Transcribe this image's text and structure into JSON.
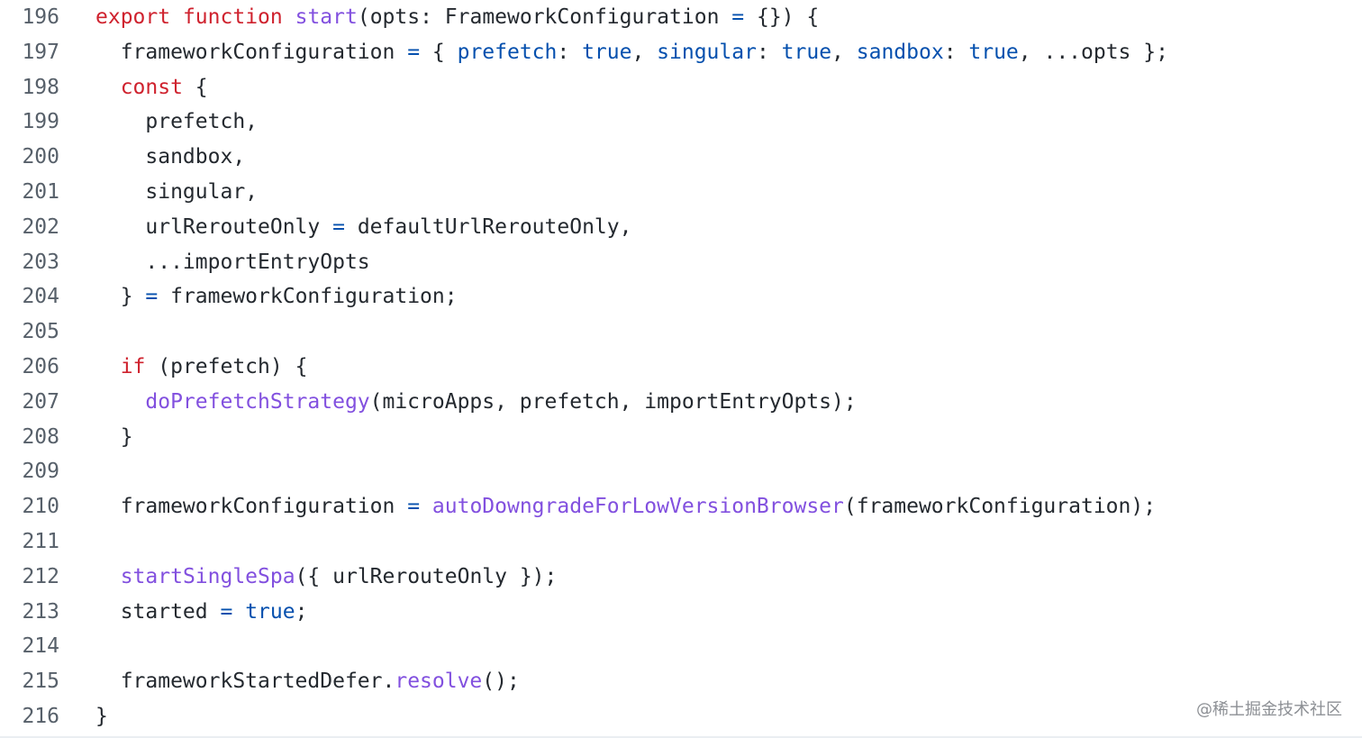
{
  "colors": {
    "keyword": "#cf222e",
    "function": "#8250df",
    "constant": "#0550ae",
    "text": "#24292f",
    "line_number": "#57606a"
  },
  "code": {
    "lines": [
      {
        "number": "196",
        "tokens": [
          {
            "t": "export",
            "k": "kw"
          },
          {
            "t": " ",
            "k": "plain"
          },
          {
            "t": "function",
            "k": "kw"
          },
          {
            "t": " ",
            "k": "plain"
          },
          {
            "t": "start",
            "k": "fn"
          },
          {
            "t": "(opts: FrameworkConfiguration ",
            "k": "plain"
          },
          {
            "t": "=",
            "k": "const"
          },
          {
            "t": " {}) {",
            "k": "plain"
          }
        ]
      },
      {
        "number": "197",
        "tokens": [
          {
            "t": "  frameworkConfiguration ",
            "k": "plain"
          },
          {
            "t": "=",
            "k": "const"
          },
          {
            "t": " { ",
            "k": "plain"
          },
          {
            "t": "prefetch",
            "k": "const"
          },
          {
            "t": ": ",
            "k": "plain"
          },
          {
            "t": "true",
            "k": "const"
          },
          {
            "t": ", ",
            "k": "plain"
          },
          {
            "t": "singular",
            "k": "const"
          },
          {
            "t": ": ",
            "k": "plain"
          },
          {
            "t": "true",
            "k": "const"
          },
          {
            "t": ", ",
            "k": "plain"
          },
          {
            "t": "sandbox",
            "k": "const"
          },
          {
            "t": ": ",
            "k": "plain"
          },
          {
            "t": "true",
            "k": "const"
          },
          {
            "t": ", ...opts };",
            "k": "plain"
          }
        ]
      },
      {
        "number": "198",
        "tokens": [
          {
            "t": "  ",
            "k": "plain"
          },
          {
            "t": "const",
            "k": "kw"
          },
          {
            "t": " {",
            "k": "plain"
          }
        ]
      },
      {
        "number": "199",
        "tokens": [
          {
            "t": "    prefetch,",
            "k": "plain"
          }
        ]
      },
      {
        "number": "200",
        "tokens": [
          {
            "t": "    sandbox,",
            "k": "plain"
          }
        ]
      },
      {
        "number": "201",
        "tokens": [
          {
            "t": "    singular,",
            "k": "plain"
          }
        ]
      },
      {
        "number": "202",
        "tokens": [
          {
            "t": "    urlRerouteOnly ",
            "k": "plain"
          },
          {
            "t": "=",
            "k": "const"
          },
          {
            "t": " defaultUrlRerouteOnly,",
            "k": "plain"
          }
        ]
      },
      {
        "number": "203",
        "tokens": [
          {
            "t": "    ...importEntryOpts",
            "k": "plain"
          }
        ]
      },
      {
        "number": "204",
        "tokens": [
          {
            "t": "  } ",
            "k": "plain"
          },
          {
            "t": "=",
            "k": "const"
          },
          {
            "t": " frameworkConfiguration;",
            "k": "plain"
          }
        ]
      },
      {
        "number": "205",
        "tokens": []
      },
      {
        "number": "206",
        "tokens": [
          {
            "t": "  ",
            "k": "plain"
          },
          {
            "t": "if",
            "k": "kw"
          },
          {
            "t": " (prefetch) {",
            "k": "plain"
          }
        ]
      },
      {
        "number": "207",
        "tokens": [
          {
            "t": "    ",
            "k": "plain"
          },
          {
            "t": "doPrefetchStrategy",
            "k": "fn"
          },
          {
            "t": "(microApps, prefetch, importEntryOpts);",
            "k": "plain"
          }
        ]
      },
      {
        "number": "208",
        "tokens": [
          {
            "t": "  }",
            "k": "plain"
          }
        ]
      },
      {
        "number": "209",
        "tokens": []
      },
      {
        "number": "210",
        "tokens": [
          {
            "t": "  frameworkConfiguration ",
            "k": "plain"
          },
          {
            "t": "=",
            "k": "const"
          },
          {
            "t": " ",
            "k": "plain"
          },
          {
            "t": "autoDowngradeForLowVersionBrowser",
            "k": "fn"
          },
          {
            "t": "(frameworkConfiguration);",
            "k": "plain"
          }
        ]
      },
      {
        "number": "211",
        "tokens": []
      },
      {
        "number": "212",
        "tokens": [
          {
            "t": "  ",
            "k": "plain"
          },
          {
            "t": "startSingleSpa",
            "k": "fn"
          },
          {
            "t": "({ urlRerouteOnly });",
            "k": "plain"
          }
        ]
      },
      {
        "number": "213",
        "tokens": [
          {
            "t": "  started ",
            "k": "plain"
          },
          {
            "t": "=",
            "k": "const"
          },
          {
            "t": " ",
            "k": "plain"
          },
          {
            "t": "true",
            "k": "const"
          },
          {
            "t": ";",
            "k": "plain"
          }
        ]
      },
      {
        "number": "214",
        "tokens": []
      },
      {
        "number": "215",
        "tokens": [
          {
            "t": "  frameworkStartedDefer.",
            "k": "plain"
          },
          {
            "t": "resolve",
            "k": "fn"
          },
          {
            "t": "();",
            "k": "plain"
          }
        ]
      },
      {
        "number": "216",
        "tokens": [
          {
            "t": "}",
            "k": "plain"
          }
        ]
      }
    ]
  },
  "watermark": {
    "text": "@稀土掘金技术社区"
  }
}
